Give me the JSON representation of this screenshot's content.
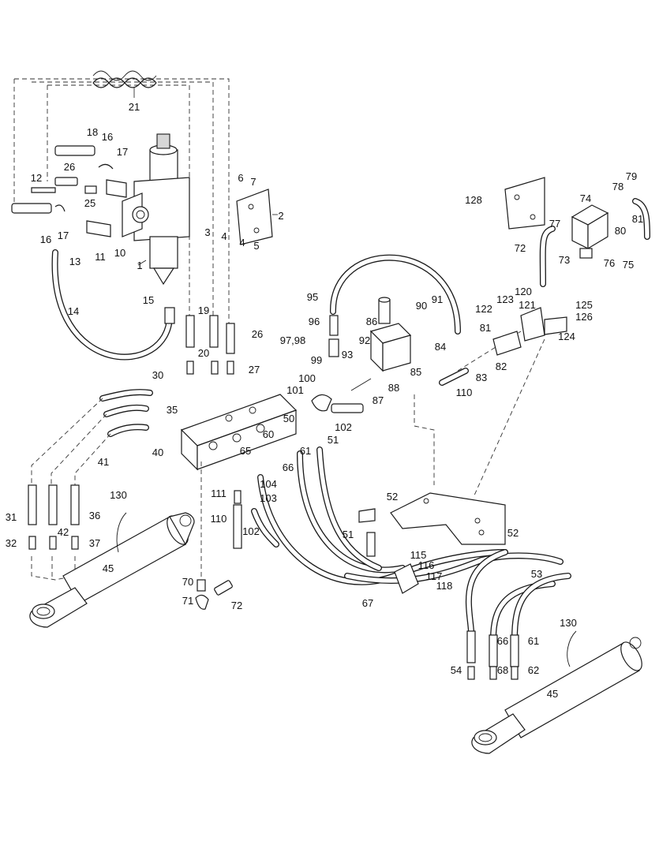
{
  "callouts": [
    {
      "id": "c21",
      "text": "21"
    },
    {
      "id": "c18",
      "text": "18"
    },
    {
      "id": "c16a",
      "text": "16"
    },
    {
      "id": "c17a",
      "text": "17"
    },
    {
      "id": "c26a",
      "text": "26"
    },
    {
      "id": "c12",
      "text": "12"
    },
    {
      "id": "c25",
      "text": "25"
    },
    {
      "id": "c16b",
      "text": "16"
    },
    {
      "id": "c17b",
      "text": "17"
    },
    {
      "id": "c13",
      "text": "13"
    },
    {
      "id": "c11",
      "text": "11"
    },
    {
      "id": "c10",
      "text": "10"
    },
    {
      "id": "c1",
      "text": "1"
    },
    {
      "id": "c6",
      "text": "6"
    },
    {
      "id": "c7",
      "text": "7"
    },
    {
      "id": "c2",
      "text": "2"
    },
    {
      "id": "c3",
      "text": "3"
    },
    {
      "id": "c4a",
      "text": "4"
    },
    {
      "id": "c4b",
      "text": "4"
    },
    {
      "id": "c5",
      "text": "5"
    },
    {
      "id": "c14",
      "text": "14"
    },
    {
      "id": "c15",
      "text": "15"
    },
    {
      "id": "c19",
      "text": "19"
    },
    {
      "id": "c26b",
      "text": "26"
    },
    {
      "id": "c20",
      "text": "20"
    },
    {
      "id": "c27",
      "text": "27"
    },
    {
      "id": "c30",
      "text": "30"
    },
    {
      "id": "c35",
      "text": "35"
    },
    {
      "id": "c40",
      "text": "40"
    },
    {
      "id": "c41",
      "text": "41"
    },
    {
      "id": "c31",
      "text": "31"
    },
    {
      "id": "c36",
      "text": "36"
    },
    {
      "id": "c32",
      "text": "32"
    },
    {
      "id": "c42",
      "text": "42"
    },
    {
      "id": "c37",
      "text": "37"
    },
    {
      "id": "c130a",
      "text": "130"
    },
    {
      "id": "c45a",
      "text": "45"
    },
    {
      "id": "c70",
      "text": "70"
    },
    {
      "id": "c71",
      "text": "71"
    },
    {
      "id": "c72a",
      "text": "72"
    },
    {
      "id": "c111",
      "text": "111"
    },
    {
      "id": "c110a",
      "text": "110"
    },
    {
      "id": "c65",
      "text": "65"
    },
    {
      "id": "c104",
      "text": "104"
    },
    {
      "id": "c103",
      "text": "103"
    },
    {
      "id": "c102a",
      "text": "102"
    },
    {
      "id": "c50",
      "text": "50"
    },
    {
      "id": "c60",
      "text": "60"
    },
    {
      "id": "c61a",
      "text": "61"
    },
    {
      "id": "c51a",
      "text": "51"
    },
    {
      "id": "c66a",
      "text": "66"
    },
    {
      "id": "c95",
      "text": "95"
    },
    {
      "id": "c96",
      "text": "96"
    },
    {
      "id": "c9798",
      "text": "97,98"
    },
    {
      "id": "c99",
      "text": "99"
    },
    {
      "id": "c100",
      "text": "100"
    },
    {
      "id": "c101",
      "text": "101"
    },
    {
      "id": "c86",
      "text": "86"
    },
    {
      "id": "c92",
      "text": "92"
    },
    {
      "id": "c93",
      "text": "93"
    },
    {
      "id": "c90",
      "text": "90"
    },
    {
      "id": "c91",
      "text": "91"
    },
    {
      "id": "c88",
      "text": "88"
    },
    {
      "id": "c87",
      "text": "87"
    },
    {
      "id": "c102b",
      "text": "102"
    },
    {
      "id": "c85",
      "text": "85"
    },
    {
      "id": "c84",
      "text": "84"
    },
    {
      "id": "c83",
      "text": "83"
    },
    {
      "id": "c110b",
      "text": "110"
    },
    {
      "id": "c81a",
      "text": "81"
    },
    {
      "id": "c82",
      "text": "82"
    },
    {
      "id": "c128",
      "text": "128"
    },
    {
      "id": "c74",
      "text": "74"
    },
    {
      "id": "c79",
      "text": "79"
    },
    {
      "id": "c78",
      "text": "78"
    },
    {
      "id": "c77",
      "text": "77"
    },
    {
      "id": "c80",
      "text": "80"
    },
    {
      "id": "c81b",
      "text": "81"
    },
    {
      "id": "c72b",
      "text": "72"
    },
    {
      "id": "c73",
      "text": "73"
    },
    {
      "id": "c76",
      "text": "76"
    },
    {
      "id": "c75",
      "text": "75"
    },
    {
      "id": "c120",
      "text": "120"
    },
    {
      "id": "c122",
      "text": "122"
    },
    {
      "id": "c123",
      "text": "123"
    },
    {
      "id": "c121",
      "text": "121"
    },
    {
      "id": "c125",
      "text": "125"
    },
    {
      "id": "c126",
      "text": "126"
    },
    {
      "id": "c124",
      "text": "124"
    },
    {
      "id": "c52a",
      "text": "52"
    },
    {
      "id": "c51b",
      "text": "51"
    },
    {
      "id": "c52b",
      "text": "52"
    },
    {
      "id": "c53",
      "text": "53"
    },
    {
      "id": "c115",
      "text": "115"
    },
    {
      "id": "c116",
      "text": "116"
    },
    {
      "id": "c117",
      "text": "117"
    },
    {
      "id": "c118",
      "text": "118"
    },
    {
      "id": "c67",
      "text": "67"
    },
    {
      "id": "c130b",
      "text": "130"
    },
    {
      "id": "c45b",
      "text": "45"
    },
    {
      "id": "c66b",
      "text": "66"
    },
    {
      "id": "c61b",
      "text": "61"
    },
    {
      "id": "c54",
      "text": "54"
    },
    {
      "id": "c68",
      "text": "68"
    },
    {
      "id": "c62",
      "text": "62"
    }
  ]
}
